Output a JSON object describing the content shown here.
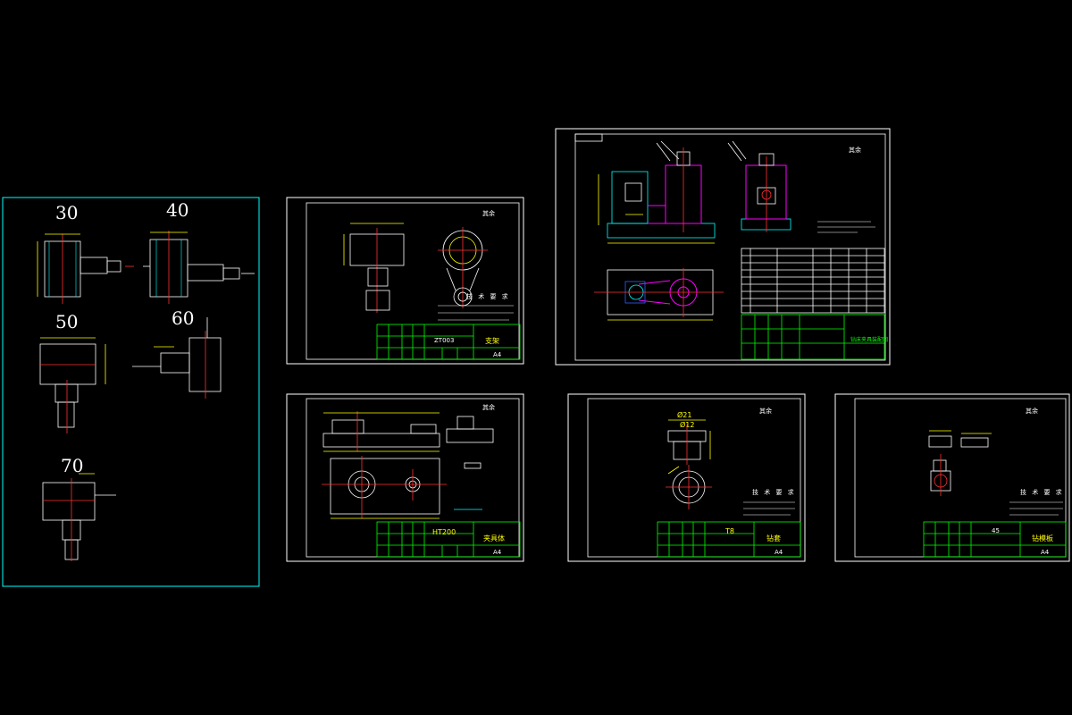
{
  "process_sheet": {
    "operations": [
      "30",
      "40",
      "50",
      "60",
      "70"
    ]
  },
  "sheets": {
    "support": {
      "material": "ZT003",
      "name": "支架",
      "size": "A4",
      "tech_title": "技 术 要 求",
      "roughness": "其余"
    },
    "fixture_base": {
      "material": "HT200",
      "name": "夹具体",
      "size": "A4",
      "roughness": "其余"
    },
    "bushing": {
      "material": "T8",
      "name": "钻套",
      "size": "A4",
      "tech_title": "技 术 要 求",
      "roughness": "其余",
      "dims": [
        "Ø21",
        "Ø12"
      ]
    },
    "plate": {
      "material": "45",
      "name": "钻模板",
      "size": "A4",
      "tech_title": "技 术 要 求",
      "roughness": "其余"
    },
    "assembly": {
      "roughness": "其余",
      "title": "钻床夹具装配图"
    }
  },
  "colors": {
    "background": "#000000",
    "frame": "#ffffff",
    "title_block": "#00ff00",
    "dimension": "#ffff00",
    "centerline": "#ff3030",
    "outline": "#00ffff",
    "bushing_highlight": "#ff00ff",
    "process_border": "#00ffff"
  }
}
